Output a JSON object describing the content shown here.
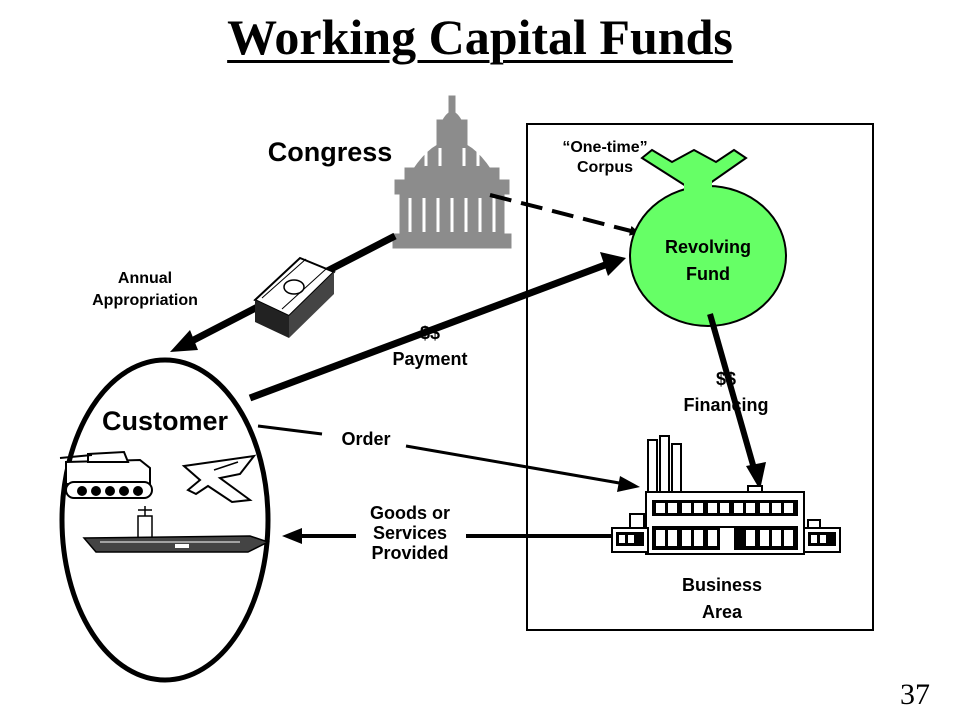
{
  "title": "Working Capital Funds",
  "page_number": "37",
  "labels": {
    "congress": "Congress",
    "corpus_line1": "“One-time”",
    "corpus_line2": "Corpus",
    "revolving_line1": "Revolving",
    "revolving_line2": "Fund",
    "annual_line1": "Annual",
    "annual_line2": "Appropriation",
    "payment_line1": "$$",
    "payment_line2": "Payment",
    "financing_line1": "$$",
    "financing_line2": "Financing",
    "customer": "Customer",
    "order": "Order",
    "goods_line1": "Goods or",
    "goods_line2": "Services",
    "goods_line3": "Provided",
    "business_line1": "Business",
    "business_line2": "Area"
  },
  "colors": {
    "fund_bag": "#66ff66",
    "capitol": "#8c8c8c",
    "money": "#1a1a1a"
  },
  "icons": [
    "capitol-icon",
    "money-stack-icon",
    "money-bag-icon",
    "factory-icon",
    "tank-icon",
    "jet-icon",
    "aircraft-carrier-icon"
  ]
}
